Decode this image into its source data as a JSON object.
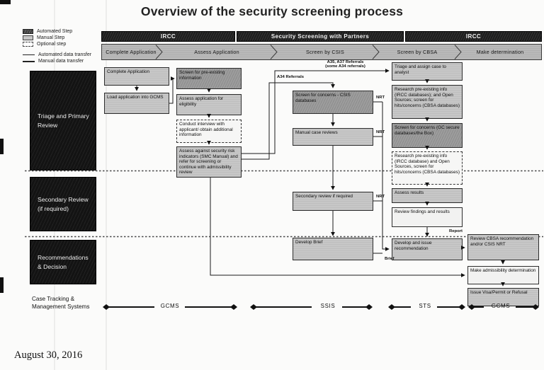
{
  "title": "Overview of the security screening process",
  "date": "August 30, 2016",
  "legend": {
    "automated": "Automated Step",
    "manual": "Manual Step",
    "optional": "Optional step",
    "auto_transfer": "Automated data transfer",
    "manual_transfer": "Manual data transfer"
  },
  "headers": {
    "left": "IRCC",
    "middle": "Security Screening with Partners",
    "right": "IRCC"
  },
  "phases": {
    "p1": "Complete Application",
    "p2": "Assess Application",
    "p3": "Screen by CSIS",
    "p4": "Screen by CBSA",
    "p5": "Make determination"
  },
  "lanes": {
    "lane1": "Triage and Primary Review",
    "lane2": "Secondary Review (if required)",
    "lane3": "Recommendations & Decision",
    "lane4": "Case Tracking & Management Systems"
  },
  "boxes": {
    "complete_application": {
      "label": "Complete Application",
      "type": "manual"
    },
    "load_gcms": {
      "label": "Load application into GCMS",
      "type": "manual"
    },
    "screen_preexisting": {
      "label": "Screen for pre-existing information",
      "type": "automated"
    },
    "assess_eligibility": {
      "label": "Assess application for eligibility",
      "type": "manual"
    },
    "conduct_interview": {
      "label": "Conduct interview with applicant/ obtain additional information",
      "type": "optional"
    },
    "assess_risk": {
      "label": "Assess against security risk indicators (SMC Manual) and refer for screening or continue with admissibility review",
      "type": "manual"
    },
    "screen_csis": {
      "label": "Screen for concerns - CSIS databases",
      "type": "automated"
    },
    "manual_reviews": {
      "label": "Manual case reviews",
      "type": "manual"
    },
    "secondary_review": {
      "label": "Secondary review if required",
      "type": "manual"
    },
    "develop_brief": {
      "label": "Develop Brief",
      "type": "manual"
    },
    "triage_assign": {
      "label": "Triage and assign case to analyst",
      "type": "manual"
    },
    "research_1": {
      "label": "Research pre-existing info (IRCC databases); and Open Sources; screen for hits/concerns (CBSA databases)",
      "type": "manual"
    },
    "screen_gc": {
      "label": "Screen for concerns (GC secure databases/the Box)",
      "type": "automated"
    },
    "research_2": {
      "label": "Research pre-existing info (IRCC database) and Open Sources, screen for hits/concerns (CBSA databases)",
      "type": "optional"
    },
    "assess_results": {
      "label": "Assess results",
      "type": "manual"
    },
    "review_findings": {
      "label": "Review findings and results",
      "type": "plain"
    },
    "develop_recommendation": {
      "label": "Develop and issue recommendation",
      "type": "manual"
    },
    "review_cbsa": {
      "label": "Review CBSA recommendation and/or CSIS NRT",
      "type": "manual"
    },
    "make_determination": {
      "label": "Make admissibility determination",
      "type": "plain"
    },
    "issue_visa": {
      "label": "Issue Visa/Permit or Refusal",
      "type": "manual"
    }
  },
  "edge_labels": {
    "a35_a37_line1": "A35, A37 Referrals",
    "a35_a37_line2": "(some A34 referrals)",
    "a34": "A34 Referrals",
    "nrt1": "NRT",
    "nrt2": "NRT",
    "nrt3": "NRT",
    "report": "Report",
    "brief": "Brief"
  },
  "systems": {
    "s1": "GCMS",
    "s2": "SSIS",
    "s3": "STS",
    "s4": "GCMS"
  },
  "colors": {
    "dark": "#1c1c1c",
    "manual_fill": "#c7c7c7",
    "automated_fill": "#9d9d9d",
    "phase_fill": "#b9b9b9"
  }
}
